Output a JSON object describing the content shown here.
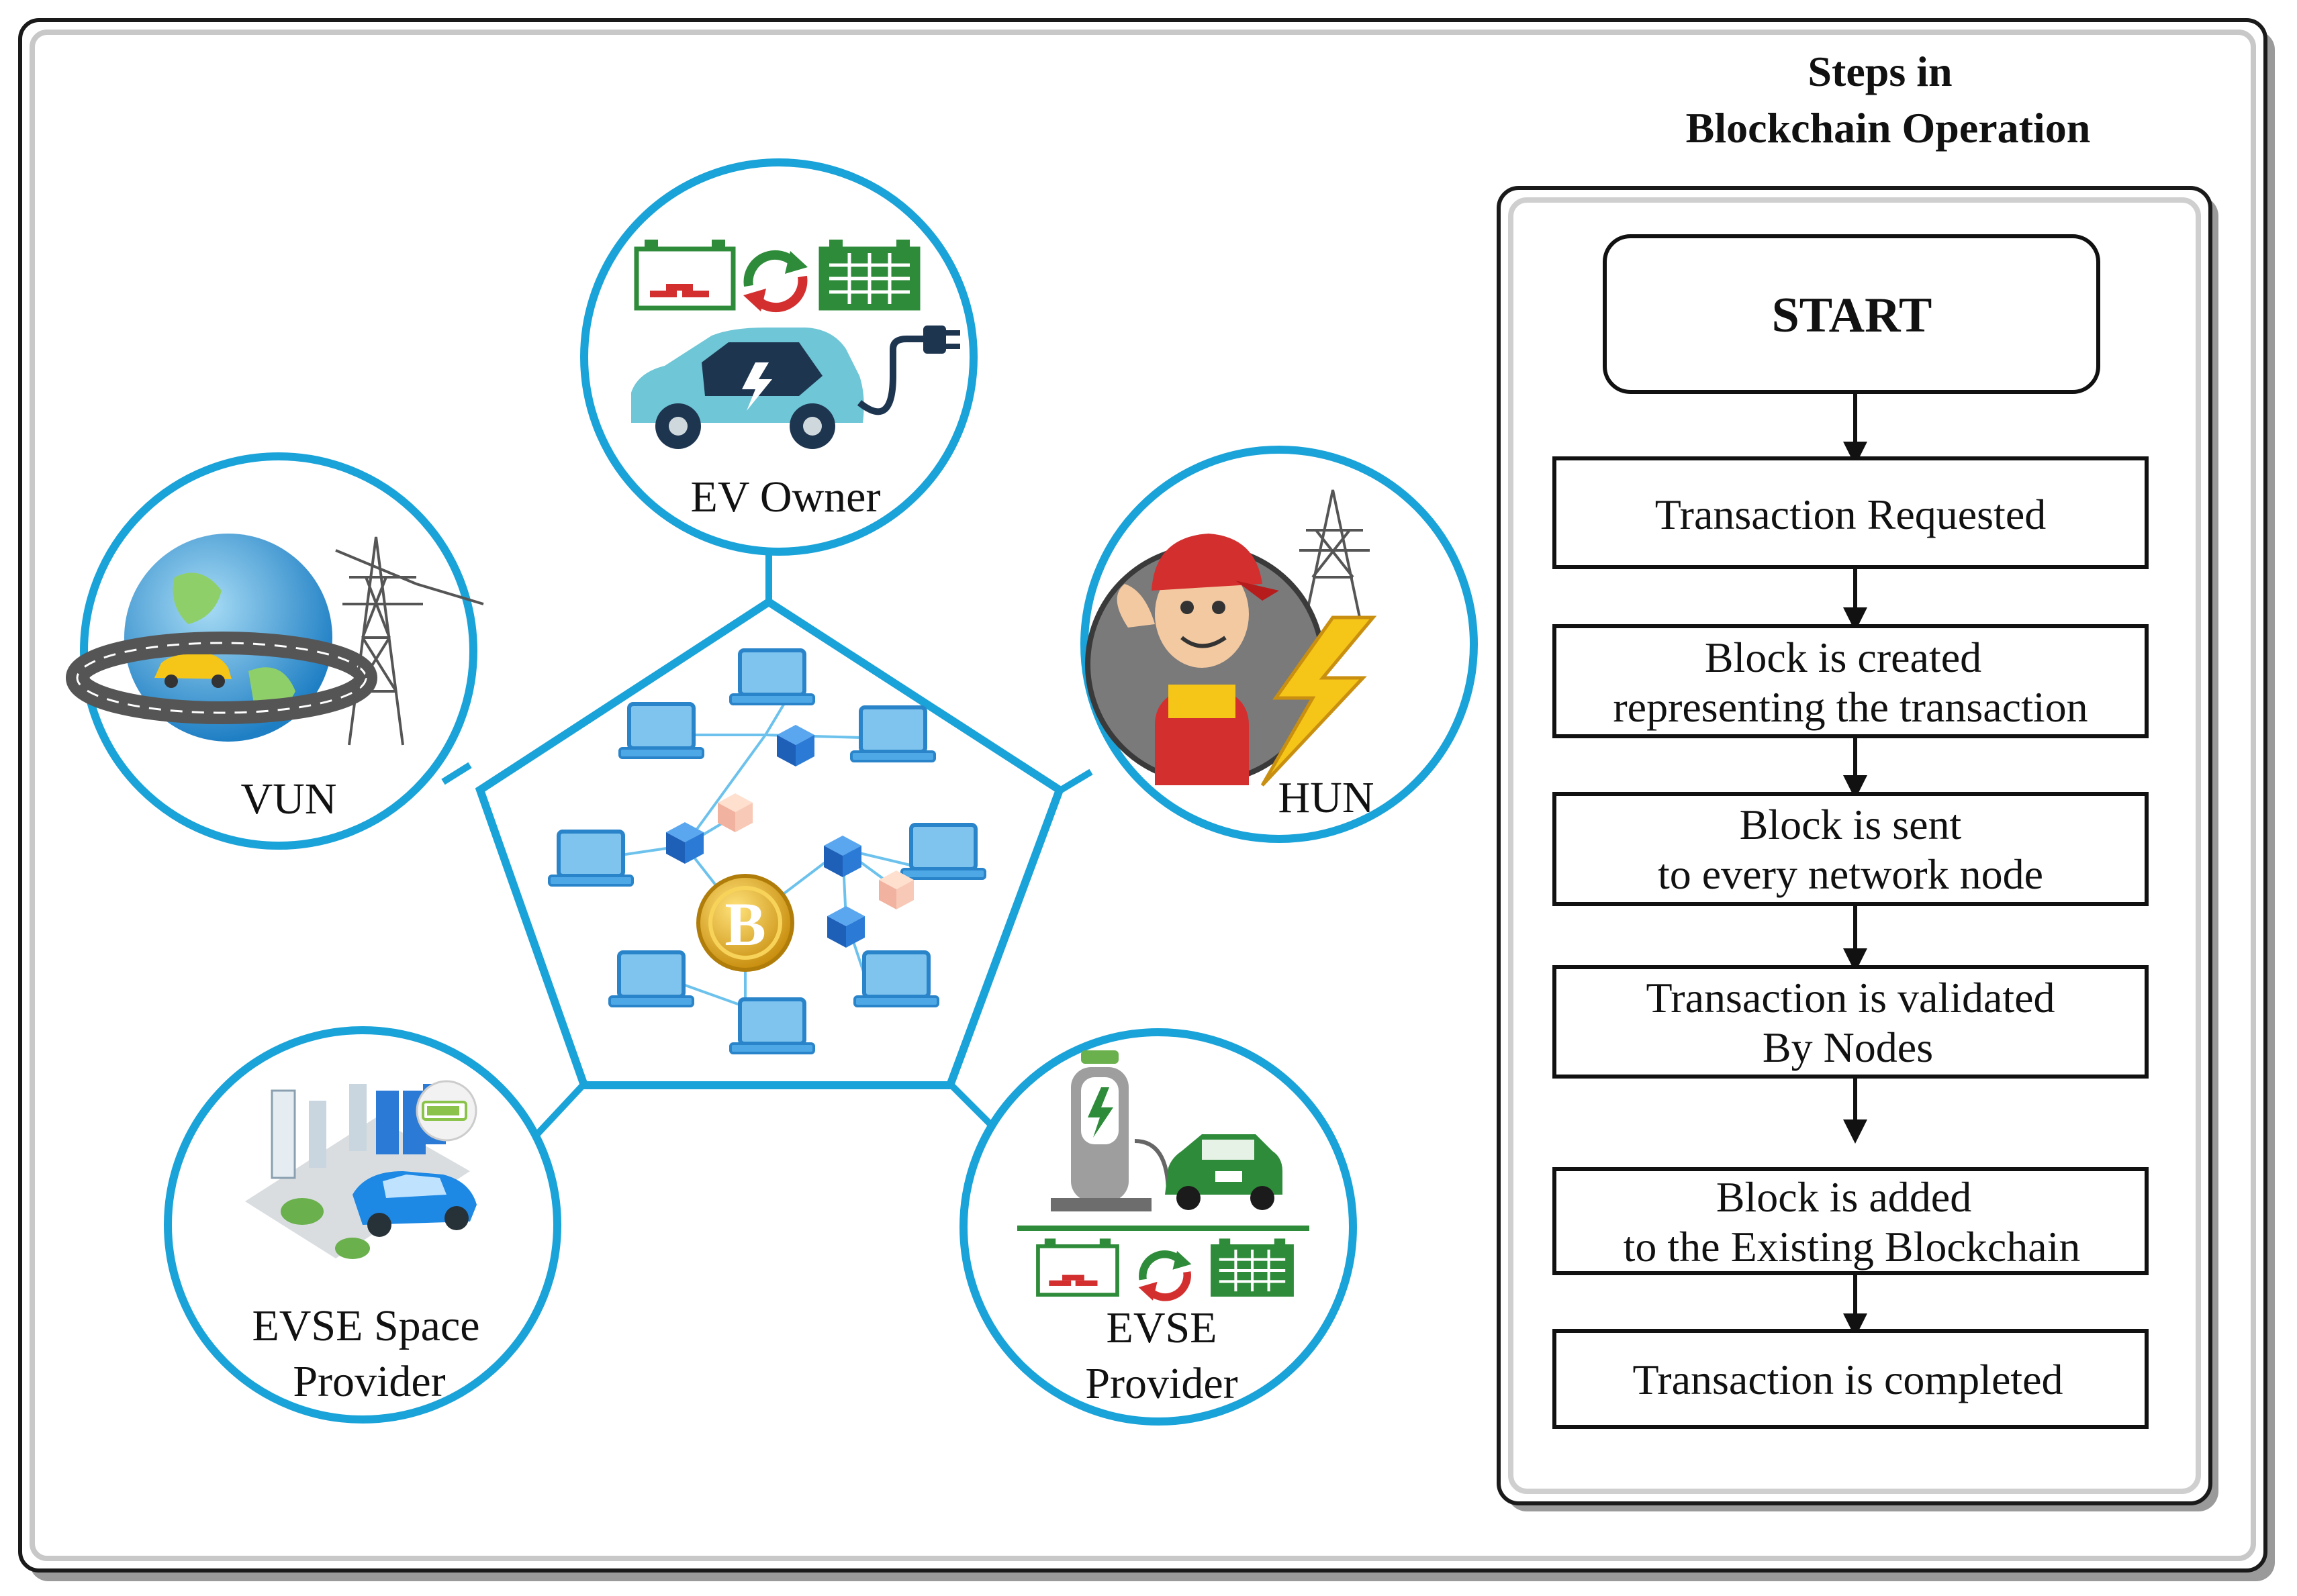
{
  "actors": {
    "ev_owner": "EV Owner",
    "vun": "VUN",
    "hun": "HUN",
    "evse_space_provider": [
      "EVSE Space",
      "Provider"
    ],
    "evse_provider": [
      "EVSE",
      "Provider"
    ]
  },
  "panel": {
    "title_line1": "Steps in",
    "title_line2": "Blockchain Operation"
  },
  "flow": {
    "start": "START",
    "steps": [
      [
        "Transaction Requested"
      ],
      [
        "Block is created",
        "representing the transaction"
      ],
      [
        "Block is sent",
        "to every network node"
      ],
      [
        "Transaction is validated",
        "By Nodes"
      ],
      [
        "Block is added",
        "to the Existing Blockchain"
      ],
      [
        "Transaction is completed"
      ]
    ]
  },
  "center": {
    "coin_symbol": "B"
  },
  "colors": {
    "ring": "#1aa3d9",
    "laptop": "#3a9fe0",
    "cube": "#2b7bd6",
    "coin": "#e6b31e",
    "battery_red": "#d32f2f",
    "battery_green": "#2e8b3a",
    "car_teal": "#6ec6d6"
  }
}
